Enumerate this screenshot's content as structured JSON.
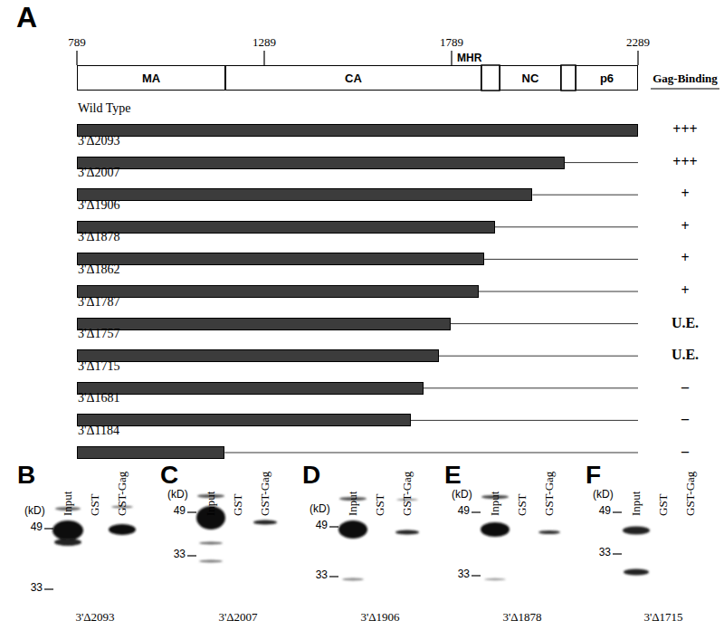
{
  "diagram": {
    "nodes": [
      {
        "text": [
          "MA"
        ]
      },
      {
        "text": [
          "CA"
        ]
      },
      {
        "text": [
          "NC"
        ]
      },
      {
        "text": [
          "p6"
        ]
      },
      {
        "text": [
          "Wild Type"
        ]
      },
      {
        "text": [
          "3'Δ2093"
        ]
      },
      {
        "text": [
          "3'Δ2007"
        ]
      },
      {
        "text": [
          "3'Δ1906"
        ]
      },
      {
        "text": [
          "3'Δ1878"
        ]
      },
      {
        "text": [
          "3'Δ1862"
        ]
      },
      {
        "text": [
          "3'Δ1787"
        ]
      },
      {
        "text": [
          "3'Δ1757"
        ]
      },
      {
        "text": [
          "3'Δ1715"
        ]
      },
      {
        "text": [
          "3'Δ1681"
        ]
      },
      {
        "text": [
          "3'Δ1184"
        ]
      }
    ],
    "labels": [
      "A",
      "789",
      "1289",
      "1789",
      "2289",
      "MHR",
      "Gag-Binding",
      "+++",
      "+++",
      "+",
      "+",
      "+",
      "+",
      "U.E.",
      "U.E.",
      "–",
      "–",
      "–",
      "B",
      "Input",
      "GST",
      "GST-Gag",
      "(kD)",
      "49",
      "33",
      "3'Δ2093",
      "C",
      "Input",
      "GST",
      "GST-Gag",
      "(kD)",
      "49",
      "33",
      "3'Δ2007",
      "D",
      "Input",
      "GST",
      "GST-Gag",
      "(kD)",
      "49",
      "33",
      "3'Δ1906",
      "E",
      "Input",
      "GST",
      "GST-Gag",
      "(kD)",
      "49",
      "33",
      "3'Δ1878",
      "F",
      "Input",
      "GST",
      "GST-Gag",
      "(kD)",
      "49",
      "33",
      "3'Δ1715"
    ]
  }
}
